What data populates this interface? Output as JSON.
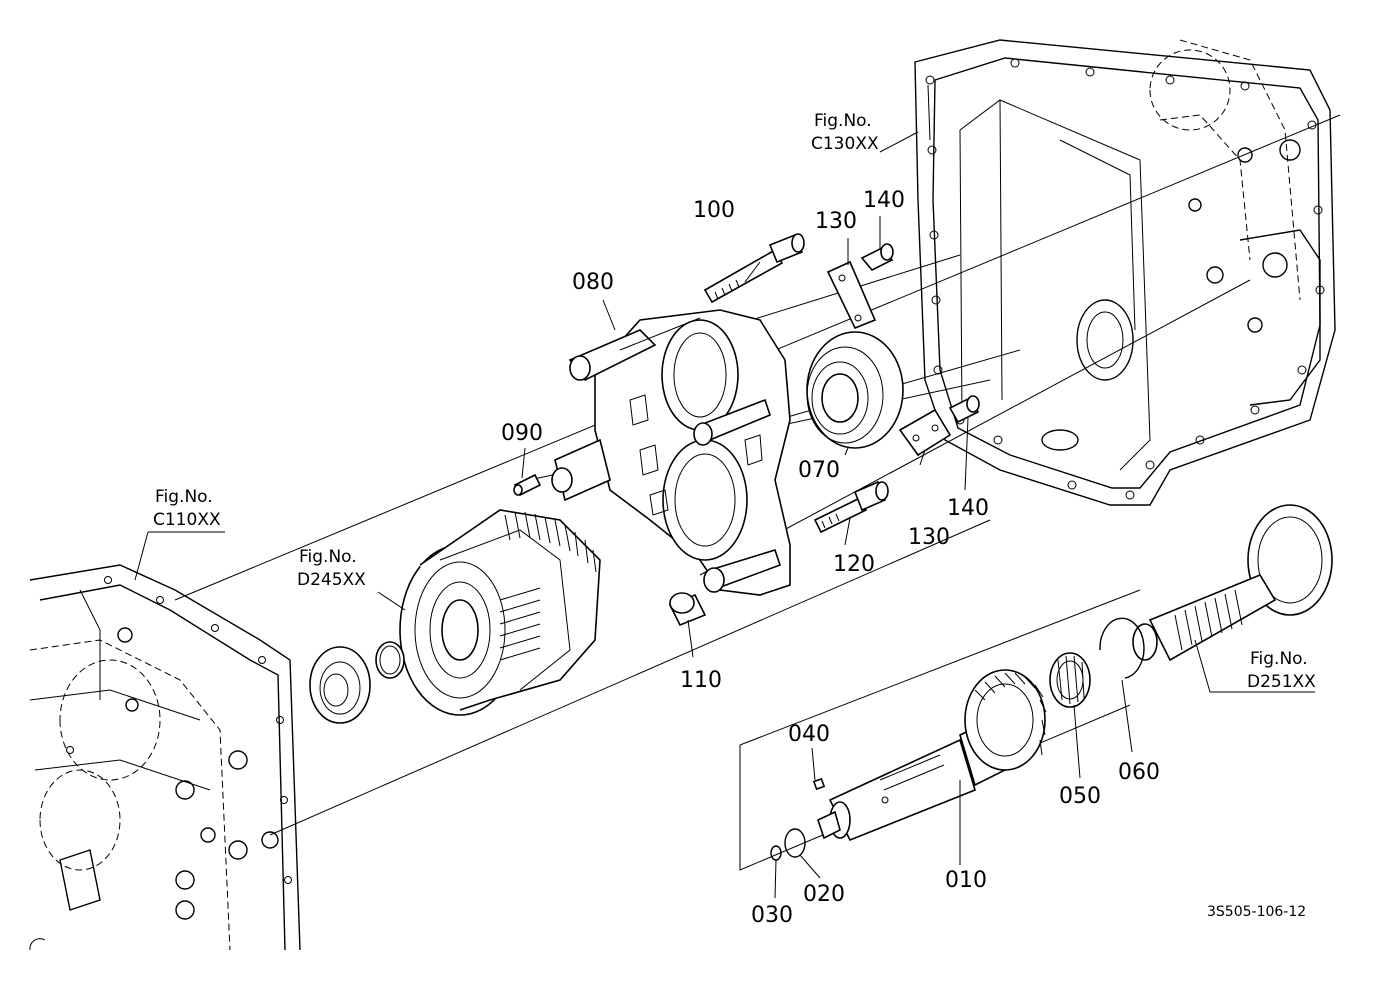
{
  "diagram": {
    "part_labels": {
      "p010": "010",
      "p020": "020",
      "p030": "030",
      "p040": "040",
      "p050": "050",
      "p060": "060",
      "p070": "070",
      "p080": "080",
      "p090": "090",
      "p100": "100",
      "p110": "110",
      "p120": "120",
      "p130a": "130",
      "p130b": "130",
      "p140a": "140",
      "p140b": "140"
    },
    "fig_refs": {
      "c130": {
        "line1": "Fig.No.",
        "line2": "C130XX"
      },
      "c110": {
        "line1": "Fig.No.",
        "line2": "C110XX"
      },
      "d245": {
        "line1": "Fig.No.",
        "line2": "D245XX"
      },
      "d251": {
        "line1": "Fig.No.",
        "line2": "D251XX"
      }
    },
    "drawing_code": "3S505-106-12"
  }
}
